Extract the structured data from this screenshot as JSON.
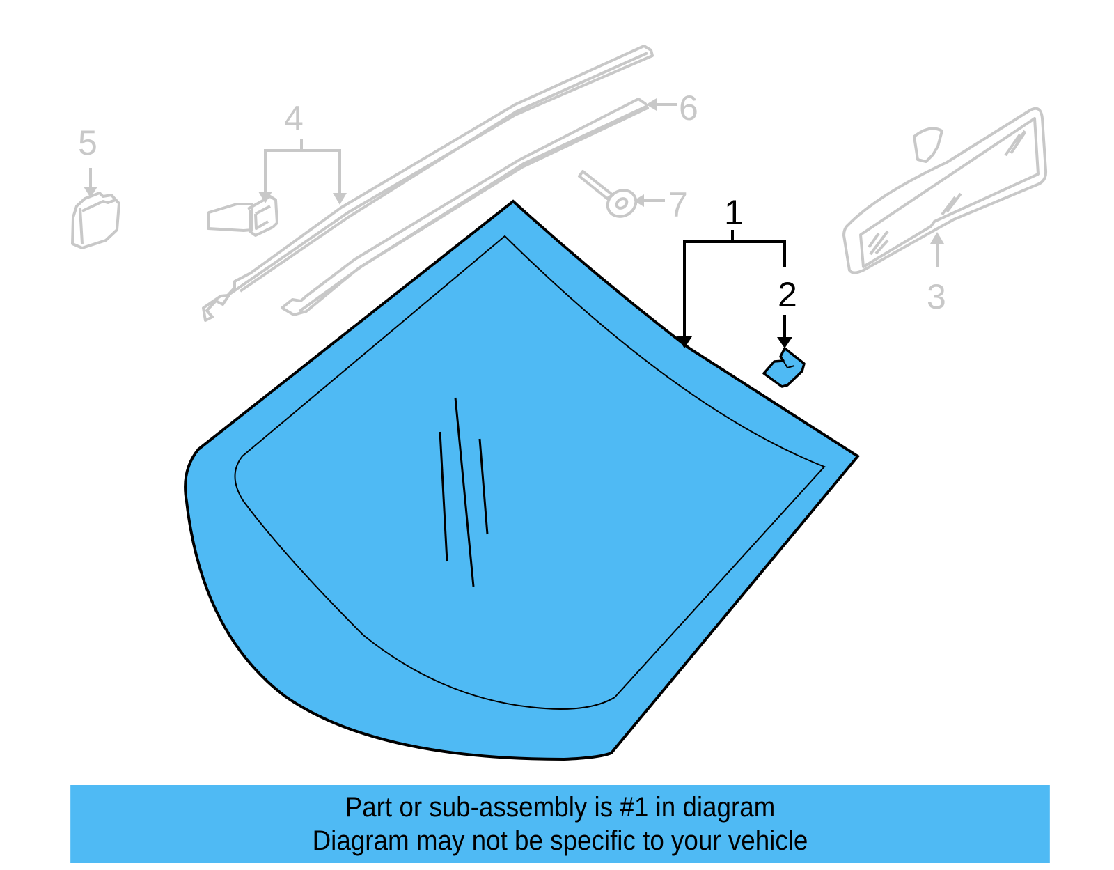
{
  "diagram": {
    "colors": {
      "highlight_fill": "#4fbaf4",
      "highlight_stroke": "#000000",
      "ghost_stroke": "#c8c8c8",
      "background": "#ffffff"
    },
    "callouts": [
      {
        "number": "1",
        "part": "windshield-glass",
        "highlighted": true
      },
      {
        "number": "2",
        "part": "mirror-bracket",
        "highlighted": true
      },
      {
        "number": "3",
        "part": "rearview-mirror",
        "highlighted": false
      },
      {
        "number": "4",
        "part": "reveal-molding-clips",
        "highlighted": false
      },
      {
        "number": "5",
        "part": "spacer-block",
        "highlighted": false
      },
      {
        "number": "6",
        "part": "side-molding",
        "highlighted": false
      },
      {
        "number": "7",
        "part": "retainer-stud",
        "highlighted": false
      }
    ]
  },
  "banner": {
    "line1": "Part or sub-assembly is #1 in diagram",
    "line2": "Diagram may not be specific to your vehicle"
  }
}
